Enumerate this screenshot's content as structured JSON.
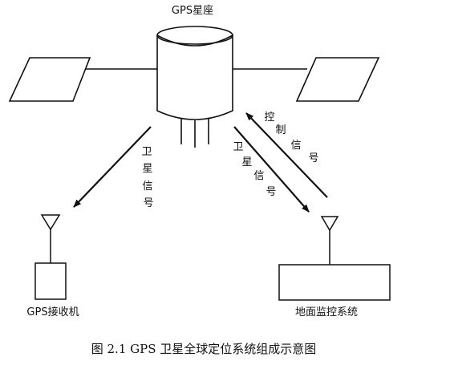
{
  "satellite_label": "GPS星座",
  "receiver_label": "GPS接收机",
  "ground_label": "地面监控系统",
  "signal_left": [
    "卫",
    "星",
    "信",
    "号"
  ],
  "signal_right": [
    "卫",
    "星",
    "信",
    "号"
  ],
  "control_signal": [
    "控",
    "制",
    "信",
    "号"
  ],
  "caption": "图 2.1 GPS 卫星全球定位系统组成示意图"
}
